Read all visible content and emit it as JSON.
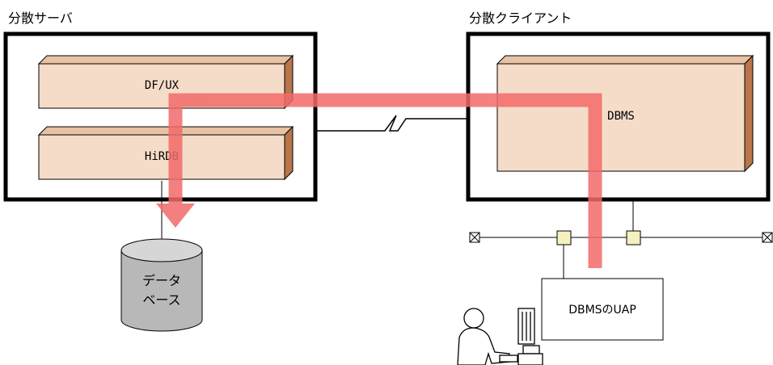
{
  "server": {
    "title": "分散サーバ",
    "box1_label": "DF/UX",
    "box2_label": "HiRDB"
  },
  "client": {
    "title": "分散クライアント",
    "box_label": "DBMS"
  },
  "database": {
    "line1": "データ",
    "line2": "ベース"
  },
  "app": {
    "label": "DBMSのUAP"
  },
  "colors": {
    "box_fill": "#f5dcc8",
    "box_top": "#e8c2a4",
    "box_side": "#b8764a",
    "flow": "#f26a6a",
    "node_fill": "#f4f0c0",
    "cylinder": "#b8b8b8"
  }
}
